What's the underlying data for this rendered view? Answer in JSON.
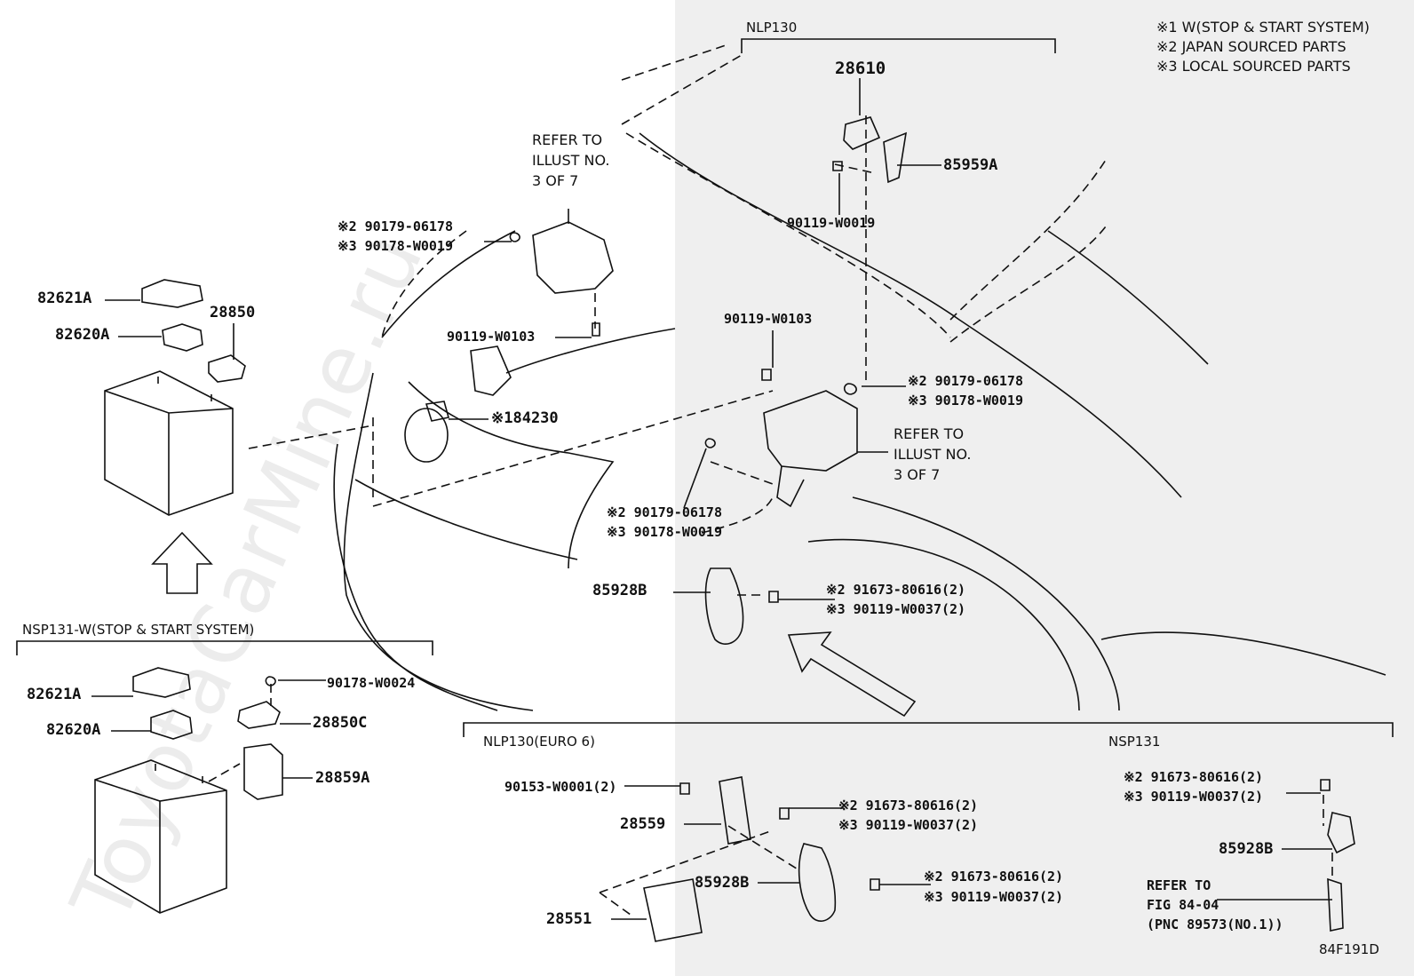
{
  "watermark": "ToyotaCarMine.ru",
  "diagram_code": "84F191D",
  "legend": [
    "※1 W(STOP & START SYSTEM)",
    "※2 JAPAN SOURCED PARTS",
    "※3 LOCAL SOURCED PARTS"
  ],
  "sections": {
    "top_nlp130": "NLP130",
    "nsp131_w": "NSP131-W(STOP & START SYSTEM)",
    "nlp130_euro6": "NLP130(EURO 6)",
    "nsp131": "NSP131"
  },
  "refers": {
    "upper_left": [
      "REFER TO",
      "ILLUST NO.",
      "3 OF 7"
    ],
    "right": [
      "REFER TO",
      "ILLUST NO.",
      "3 OF 7"
    ],
    "bottom_right": [
      "REFER TO",
      "FIG 84-04",
      "(PNC 89573(NO.1))"
    ]
  },
  "parts": {
    "p28610": "28610",
    "p85959A": "85959A",
    "p90119_w0019": "90119-W0019",
    "p2_90179_a": "※2 90179-06178",
    "p3_90178_a": "※3 90178-W0019",
    "p90119_w0103_a": "90119-W0103",
    "p1_84230": "※184230",
    "p90119_w0103_b": "90119-W0103",
    "p2_90179_b": "※2 90179-06178",
    "p3_90178_b": "※3 90178-W0019",
    "p2_90179_c": "※2 90179-06178",
    "p3_90178_c": "※3 90178-W0019",
    "p82621A_a": "82621A",
    "p82620A_a": "82620A",
    "p28850": "28850",
    "p85928B_a": "85928B",
    "p2_91673_a": "※2 91673-80616(2)",
    "p3_90119_a": "※3 90119-W0037(2)",
    "p82621A_b": "82621A",
    "p82620A_b": "82620A",
    "p90178_w0024": "90178-W0024",
    "p28850C": "28850C",
    "p28859A": "28859A",
    "p90153_w0001": "90153-W0001(2)",
    "p28559": "28559",
    "p2_91673_b": "※2 91673-80616(2)",
    "p3_90119_b": "※3 90119-W0037(2)",
    "p85928B_b": "85928B",
    "p2_91673_c": "※2 91673-80616(2)",
    "p3_90119_c": "※3 90119-W0037(2)",
    "p28551": "28551",
    "p2_91673_d": "※2 91673-80616(2)",
    "p3_90119_d": "※3 90119-W0037(2)",
    "p85928B_c": "85928B"
  }
}
